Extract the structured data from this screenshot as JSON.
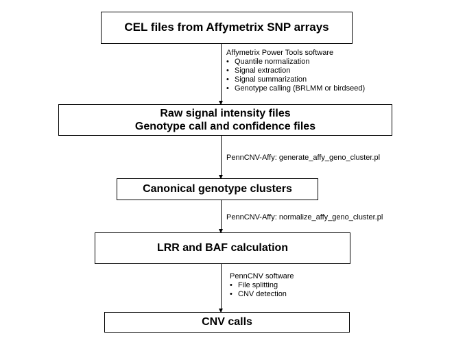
{
  "steps": [
    {
      "lines": [
        "CEL files from Affymetrix SNP arrays"
      ]
    },
    {
      "lines": [
        "Raw signal intensity files",
        "Genotype call and confidence files"
      ]
    },
    {
      "lines": [
        "Canonical genotype clusters"
      ]
    },
    {
      "lines": [
        "LRR and BAF calculation"
      ]
    },
    {
      "lines": [
        "CNV calls"
      ]
    }
  ],
  "transitions": [
    {
      "heading": "Affymetrix Power Tools software",
      "bullets": [
        "Quantile normalization",
        "Signal extraction",
        "Signal summarization",
        "Genotype calling (BRLMM or birdseed)"
      ]
    },
    {
      "heading": "PennCNV-Affy: generate_affy_geno_cluster.pl",
      "bullets": []
    },
    {
      "heading": "PennCNV-Affy: normalize_affy_geno_cluster.pl",
      "bullets": []
    },
    {
      "heading": "PennCNV software",
      "bullets": [
        "File splitting",
        "CNV detection"
      ]
    }
  ]
}
